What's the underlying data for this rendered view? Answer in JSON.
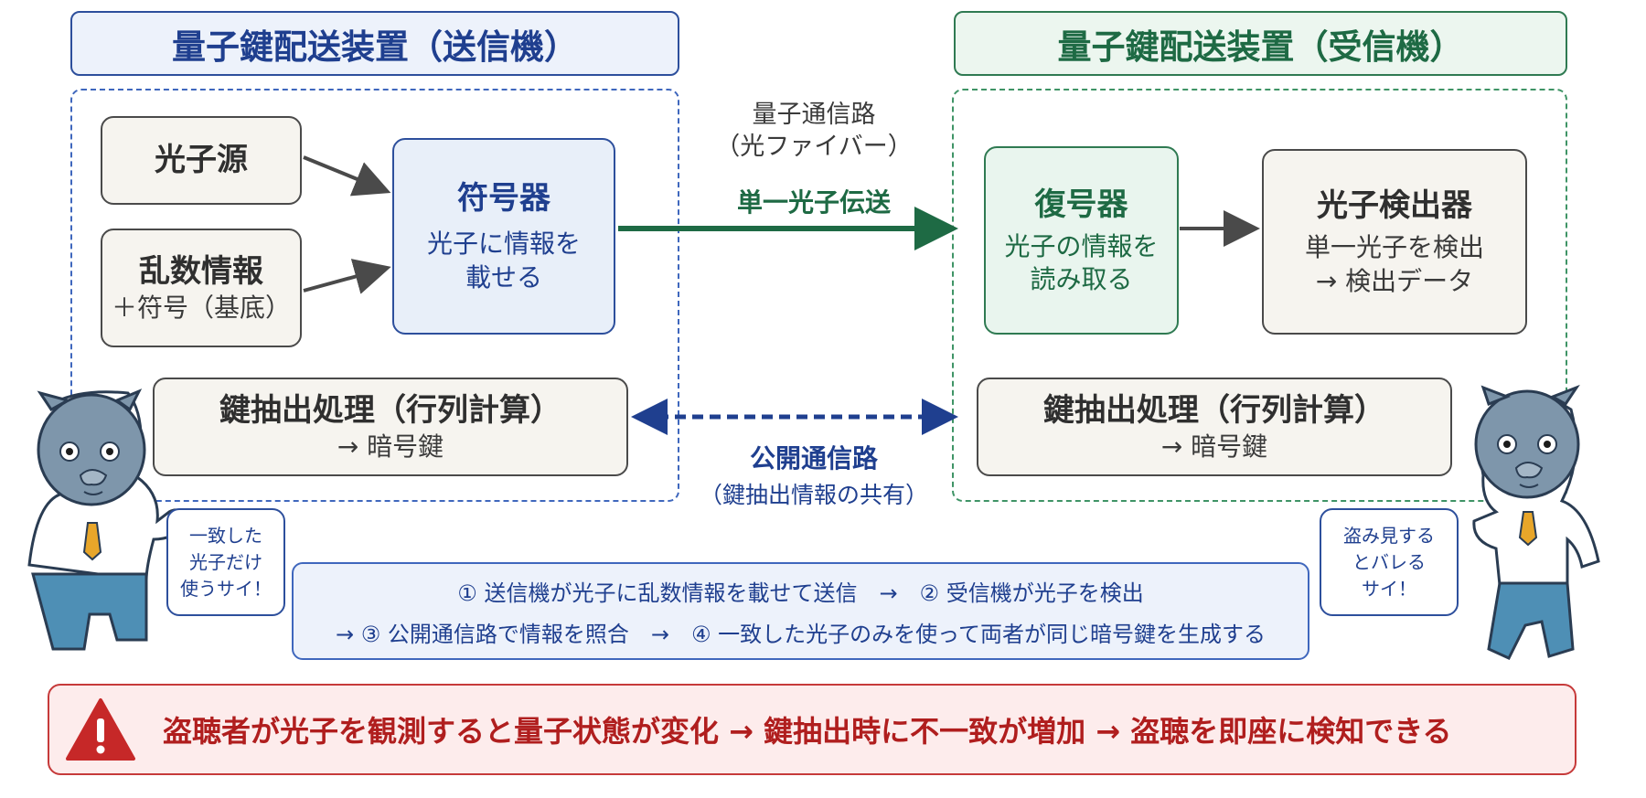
{
  "transmitter": {
    "title": "量子鍵配送装置（送信機）",
    "photon_source": "光子源",
    "random_info": {
      "title": "乱数情報",
      "sub": "＋符号（基底）"
    },
    "encoder": {
      "title": "符号器",
      "line1": "光子に情報を",
      "line2": "載せる"
    },
    "key_extract": {
      "title": "鍵抽出処理（行列計算）",
      "sub": "→ 暗号鍵"
    }
  },
  "receiver": {
    "title": "量子鍵配送装置（受信機）",
    "decoder": {
      "title": "復号器",
      "line1": "光子の情報を",
      "line2": "読み取る"
    },
    "detector": {
      "title": "光子検出器",
      "line1": "単一光子を検出",
      "line2": "→ 検出データ"
    },
    "key_extract": {
      "title": "鍵抽出処理（行列計算）",
      "sub": "→ 暗号鍵"
    }
  },
  "channels": {
    "quantum_line1": "量子通信路",
    "quantum_line2": "（光ファイバー）",
    "single_photon": "単一光子伝送",
    "public": "公開通信路",
    "public_sub": "（鍵抽出情報の共有）"
  },
  "bubbles": {
    "left": [
      "一致した",
      "光子だけ",
      "使うサイ！"
    ],
    "right": [
      "盗み見する",
      "とバレる",
      "サイ！"
    ]
  },
  "summary": {
    "line1": "① 送信機が光子に乱数情報を載せて送信　→　② 受信機が光子を検出",
    "line2": "→ ③ 公開通信路で情報を照合　→　④ 一致した光子のみを使って両者が同じ暗号鍵を生成する"
  },
  "warning": {
    "text": "盗聴者が光子を観測すると量子状態が変化 → 鍵抽出時に不一致が増加 → 盗聴を即座に検知できる",
    "icon": "warning-triangle-icon"
  },
  "colors": {
    "transmitter_blue": "#2d4f9c",
    "receiver_green": "#2f7a52",
    "warning_red": "#c63a3a"
  }
}
